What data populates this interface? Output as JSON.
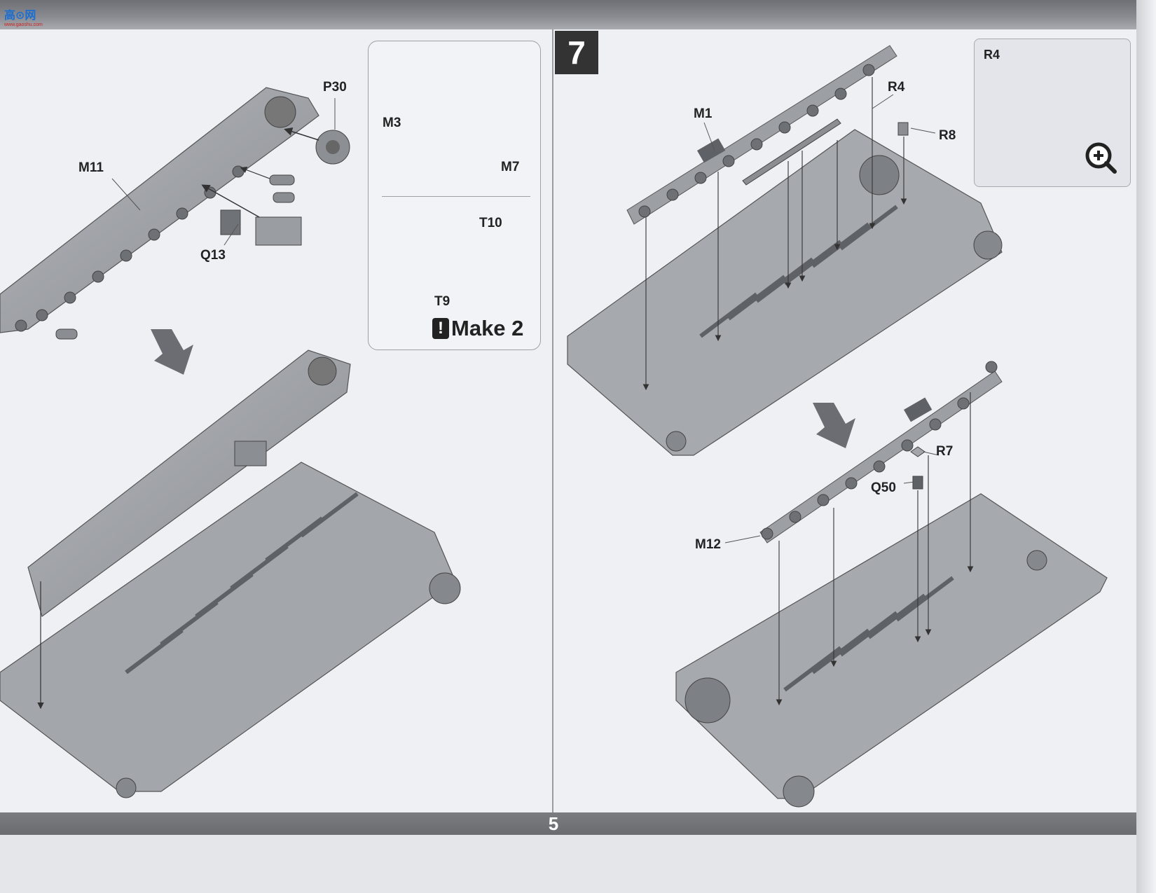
{
  "watermark": {
    "logo_text": "高⊙网",
    "logo_sub": "www.gaoshu.com"
  },
  "step": {
    "number": "7"
  },
  "page": {
    "number": "5"
  },
  "left": {
    "labels": {
      "p30": "P30",
      "m11": "M11",
      "q13": "Q13"
    },
    "callout": {
      "labels": {
        "m3": "M3",
        "m7": "M7",
        "t10": "T10",
        "t9": "T9"
      },
      "note": "Make 2",
      "warn_glyph": "!"
    }
  },
  "right": {
    "labels": {
      "m1": "M1",
      "r4": "R4",
      "r8": "R8",
      "r7": "R7",
      "q50": "Q50",
      "m12": "M12"
    },
    "zoom_box": {
      "label": "R4",
      "icon": "zoom-in-icon"
    }
  },
  "colors": {
    "part_gray": "#8f9297",
    "part_dark": "#5e6166",
    "bar": "#6f7175"
  }
}
